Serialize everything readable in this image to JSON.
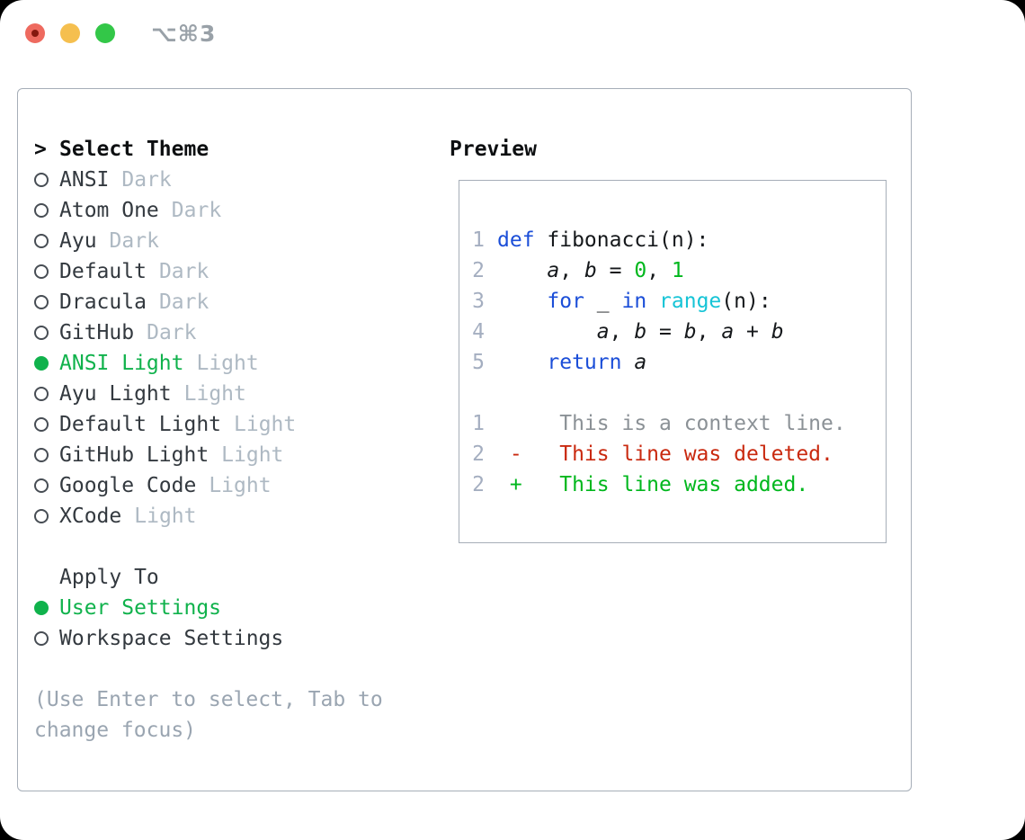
{
  "window": {
    "title": "⌥⌘3",
    "traffic_lights": [
      "close",
      "minimize",
      "zoom"
    ]
  },
  "select_theme": {
    "cursor": ">",
    "header": "Select Theme",
    "items": [
      {
        "name": "ANSI",
        "tag": "Dark",
        "selected": false
      },
      {
        "name": "Atom One",
        "tag": "Dark",
        "selected": false
      },
      {
        "name": "Ayu",
        "tag": "Dark",
        "selected": false
      },
      {
        "name": "Default",
        "tag": "Dark",
        "selected": false
      },
      {
        "name": "Dracula",
        "tag": "Dark",
        "selected": false
      },
      {
        "name": "GitHub",
        "tag": "Dark",
        "selected": false
      },
      {
        "name": "ANSI Light",
        "tag": "Light",
        "selected": true
      },
      {
        "name": "Ayu Light",
        "tag": "Light",
        "selected": false
      },
      {
        "name": "Default Light",
        "tag": "Light",
        "selected": false
      },
      {
        "name": "GitHub Light",
        "tag": "Light",
        "selected": false
      },
      {
        "name": "Google Code",
        "tag": "Light",
        "selected": false
      },
      {
        "name": "XCode",
        "tag": "Light",
        "selected": false
      }
    ]
  },
  "apply_to": {
    "header": "Apply To",
    "items": [
      {
        "name": "User Settings",
        "selected": true
      },
      {
        "name": "Workspace Settings",
        "selected": false
      }
    ]
  },
  "footer_hint": "(Use Enter to select, Tab to change focus)",
  "preview": {
    "header": "Preview",
    "code_lines": [
      {
        "num": "1",
        "tokens": [
          {
            "t": "def",
            "c": "kw"
          },
          {
            "t": " fibonacci(n):",
            "c": "fg"
          }
        ]
      },
      {
        "num": "2",
        "tokens": [
          {
            "t": "    ",
            "c": "fg"
          },
          {
            "t": "a",
            "c": "var"
          },
          {
            "t": ", ",
            "c": "fg"
          },
          {
            "t": "b",
            "c": "var"
          },
          {
            "t": " = ",
            "c": "fg"
          },
          {
            "t": "0",
            "c": "num"
          },
          {
            "t": ", ",
            "c": "fg"
          },
          {
            "t": "1",
            "c": "num"
          }
        ]
      },
      {
        "num": "3",
        "tokens": [
          {
            "t": "    ",
            "c": "fg"
          },
          {
            "t": "for",
            "c": "kw"
          },
          {
            "t": " _ ",
            "c": "fg"
          },
          {
            "t": "in",
            "c": "kw"
          },
          {
            "t": " ",
            "c": "fg"
          },
          {
            "t": "range",
            "c": "fn"
          },
          {
            "t": "(n):",
            "c": "fg"
          }
        ]
      },
      {
        "num": "4",
        "tokens": [
          {
            "t": "        ",
            "c": "fg"
          },
          {
            "t": "a",
            "c": "var"
          },
          {
            "t": ", ",
            "c": "fg"
          },
          {
            "t": "b",
            "c": "var"
          },
          {
            "t": " = ",
            "c": "fg"
          },
          {
            "t": "b",
            "c": "var"
          },
          {
            "t": ", ",
            "c": "fg"
          },
          {
            "t": "a",
            "c": "var"
          },
          {
            "t": " + ",
            "c": "fg"
          },
          {
            "t": "b",
            "c": "var"
          }
        ]
      },
      {
        "num": "5",
        "tokens": [
          {
            "t": "    ",
            "c": "fg"
          },
          {
            "t": "return",
            "c": "kw"
          },
          {
            "t": " ",
            "c": "fg"
          },
          {
            "t": "a",
            "c": "var"
          }
        ]
      }
    ],
    "diff_lines": [
      {
        "num": "1",
        "kind": "ctx",
        "text": "     This is a context line."
      },
      {
        "num": "2",
        "kind": "del",
        "text": " -   This line was deleted."
      },
      {
        "num": "2",
        "kind": "add",
        "text": " +   This line was added."
      }
    ]
  },
  "colors": {
    "selection_green": "#10b24c",
    "keyword_blue": "#1b4ed8",
    "function_cyan": "#16c4d6",
    "number_green": "#00b71d",
    "added_green": "#00b71d",
    "deleted_red": "#c9290f",
    "context_gray": "#8b9196",
    "line_number_gray": "#a4aec0",
    "tag_gray": "#aeb9c3",
    "panel_border_gray": "#a6aeb8",
    "traffic_red": "#ee6a5f",
    "traffic_yellow": "#f5bf4f",
    "traffic_green": "#33c748"
  }
}
